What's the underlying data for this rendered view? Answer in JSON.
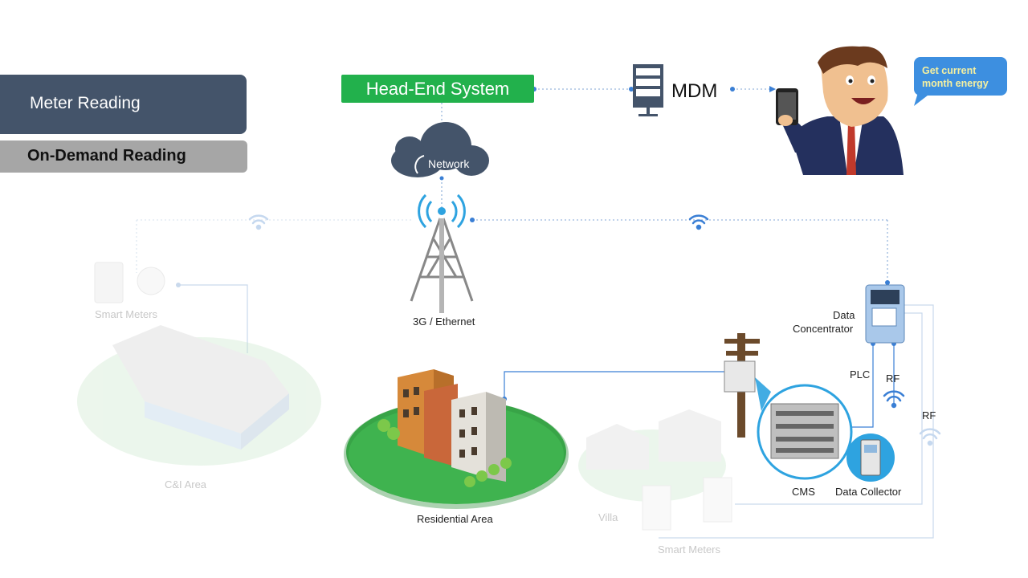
{
  "tabs": {
    "primary_label": "Meter Reading",
    "secondary_label": "On-Demand Reading"
  },
  "system": {
    "head_end": "Head-End System",
    "mdm": "MDM",
    "network": "Network",
    "tower": "3G / Ethernet"
  },
  "speech_bubble": "Get  current month energy",
  "areas": {
    "ci": "C&I Area",
    "residential": "Residential Area",
    "villa": "Villa"
  },
  "devices": {
    "smart_meters_left": "Smart Meters",
    "smart_meters_bottom": "Smart Meters",
    "data_concentrator_line1": "Data",
    "data_concentrator_line2": "Concentrator",
    "cms": "CMS",
    "data_collector": "Data Collector"
  },
  "links": {
    "plc": "PLC",
    "rf_1": "RF",
    "rf_2": "RF"
  },
  "colors": {
    "tab_primary": "#44546a",
    "tab_secondary": "#a6a6a6",
    "head_end": "#22b14c",
    "link_blue": "#3a7fd5",
    "bubble": "#3d8fe0"
  },
  "icons": [
    "server-icon",
    "cloud-icon",
    "tower-icon",
    "wifi-icon",
    "phone-icon",
    "businessman-icon",
    "data-concentrator-icon",
    "utility-pole-icon",
    "cms-cabinet-icon",
    "data-collector-icon",
    "building-icon",
    "smart-meter-icon"
  ]
}
